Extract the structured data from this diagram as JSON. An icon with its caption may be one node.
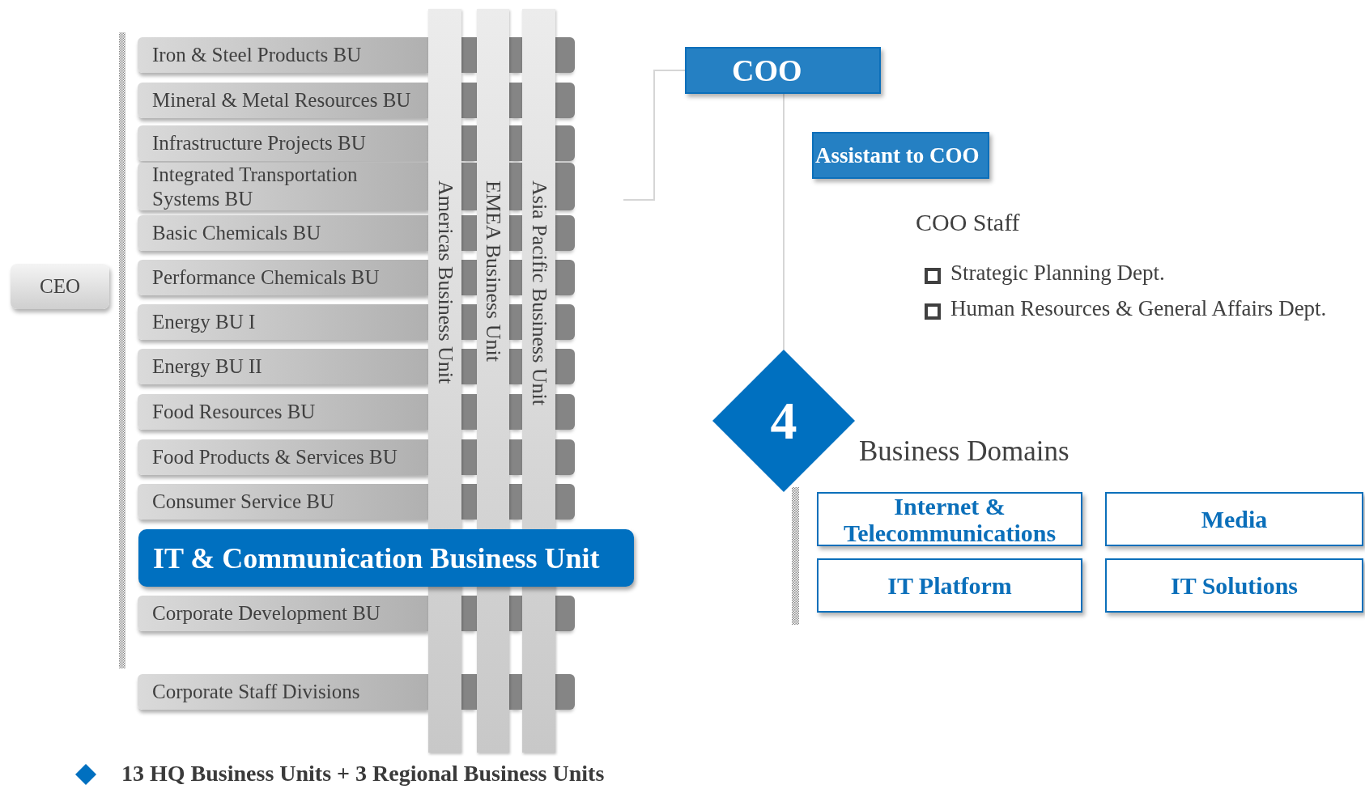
{
  "diagram": {
    "nodes": [
      {
        "text": [
          "CEO"
        ]
      },
      {
        "text": [
          "Iron & Steel Products BU"
        ]
      },
      {
        "text": [
          "Mineral & Metal Resources BU"
        ]
      },
      {
        "text": [
          "Infrastructure Projects BU"
        ]
      },
      {
        "text": [
          "Integrated Transportation Systems BU"
        ]
      },
      {
        "text": [
          "Basic Chemicals BU"
        ]
      },
      {
        "text": [
          "Performance Chemicals BU"
        ]
      },
      {
        "text": [
          "Energy BU I"
        ]
      },
      {
        "text": [
          "Energy BU II"
        ]
      },
      {
        "text": [
          "Food Resources BU"
        ]
      },
      {
        "text": [
          "Food Products & Services BU"
        ]
      },
      {
        "text": [
          "Consumer Service BU"
        ]
      },
      {
        "text": [
          "IT & Communication Business Unit"
        ]
      },
      {
        "text": [
          "Corporate Development BU"
        ]
      },
      {
        "text": [
          "Corporate Staff Divisions"
        ]
      },
      {
        "text": [
          "Americas Business Unit"
        ]
      },
      {
        "text": [
          "EMEA Business Unit"
        ]
      },
      {
        "text": [
          "Asia Pacific Business Unit"
        ]
      },
      {
        "text": [
          "COO"
        ]
      },
      {
        "text": [
          "Assistant to COO"
        ]
      },
      {
        "text": [
          "4"
        ],
        "beside": [
          "Business Domains"
        ]
      },
      {
        "text": [
          "Internet & Telecommunications"
        ]
      },
      {
        "text": [
          "Media"
        ]
      },
      {
        "text": [
          "IT Platform"
        ]
      },
      {
        "text": [
          "IT Solutions"
        ]
      }
    ],
    "edges": [
      {
        "from": null,
        "to": 18,
        "arrow": "none"
      },
      {
        "from": 18,
        "to": 20,
        "arrow": "none"
      }
    ],
    "labels": [
      "COO Staff",
      "Strategic Planning Dept.",
      "Human Resources & General Affairs Dept.",
      "13 HQ Business Units + 3 Regional Business Units"
    ]
  }
}
